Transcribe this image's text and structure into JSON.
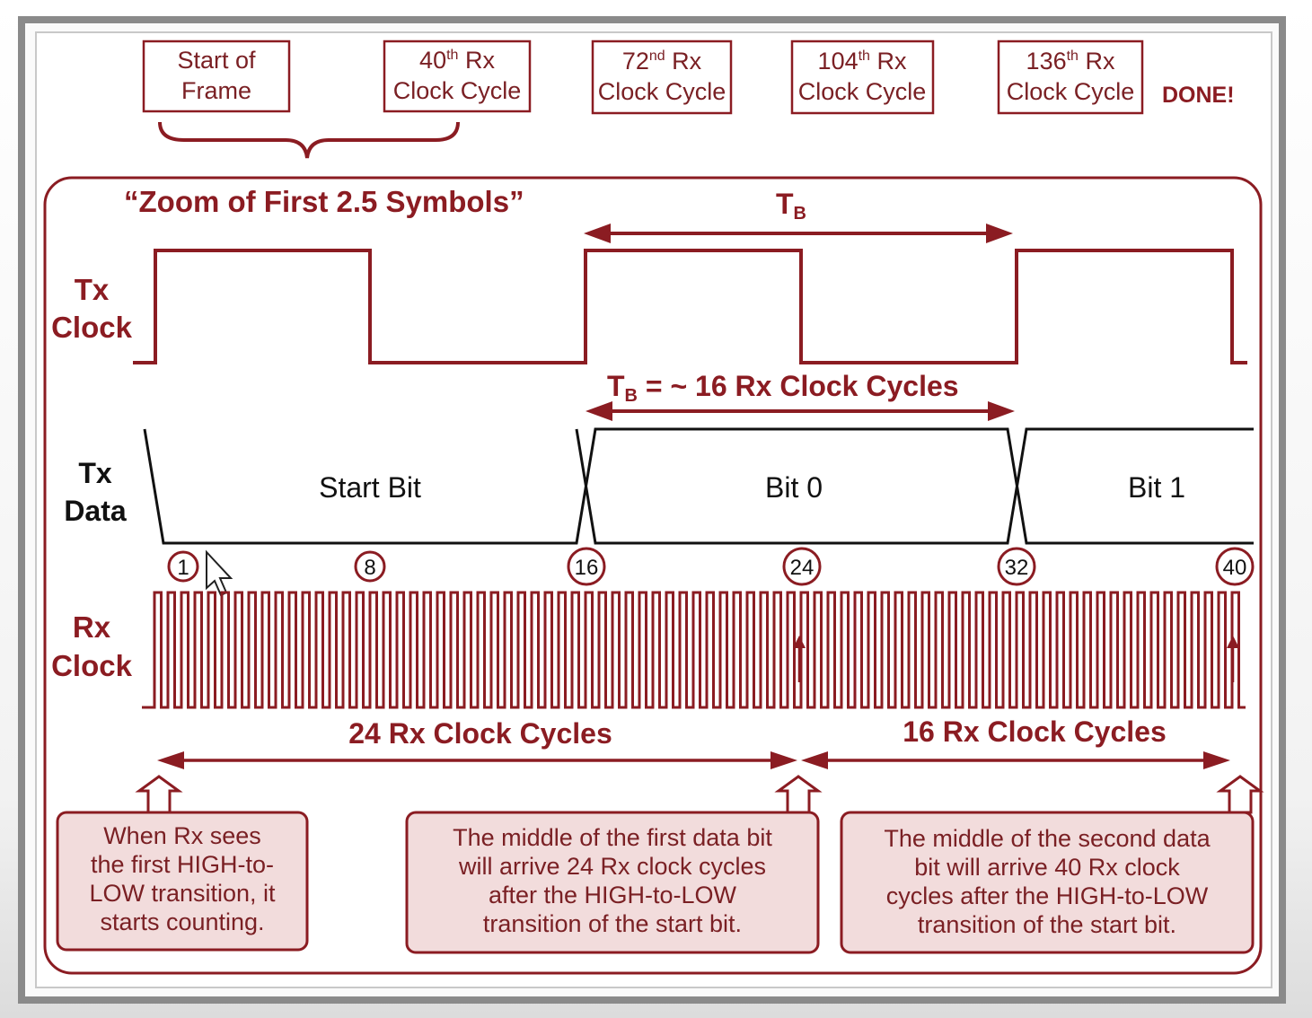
{
  "top_boxes": [
    {
      "line1": "Start of",
      "line2": "Frame"
    },
    {
      "line1": "40",
      "sup": "th",
      "line1_rest": " Rx",
      "line2": "Clock Cycle"
    },
    {
      "line1": "72",
      "sup": "nd",
      "line1_rest": " Rx",
      "line2": "Clock Cycle"
    },
    {
      "line1": "104",
      "sup": "th",
      "line1_rest": " Rx",
      "line2": "Clock Cycle"
    },
    {
      "line1": "136",
      "sup": "th",
      "line1_rest": " Rx",
      "line2": "Clock Cycle"
    }
  ],
  "done_label": "DONE!",
  "zoom_title": "“Zoom of First 2.5 Symbols”",
  "tb_label": "T",
  "tb_sub": "B",
  "tb_eq_rest": " = ~ 16 Rx Clock Cycles",
  "signals": {
    "tx_clock": [
      "Tx",
      "Clock"
    ],
    "tx_data": [
      "Tx",
      "Data"
    ],
    "rx_clock": [
      "Rx",
      "Clock"
    ]
  },
  "bits": [
    "Start Bit",
    "Bit 0",
    "Bit 1"
  ],
  "cycle_markers": [
    "1",
    "8",
    "16",
    "24",
    "32",
    "40"
  ],
  "span_labels": [
    "24 Rx Clock Cycles",
    "16 Rx Clock Cycles"
  ],
  "notes": [
    [
      "When Rx sees",
      "the first HIGH-to-",
      "LOW transition, it",
      "starts counting."
    ],
    [
      "The middle of the first data bit",
      "will arrive 24 Rx clock cycles",
      "after the HIGH-to-LOW",
      "transition of the start bit."
    ],
    [
      "The middle of the second data",
      "bit will arrive 40 Rx clock",
      "cycles after the HIGH-to-LOW",
      "transition of the start bit."
    ]
  ],
  "colors": {
    "accent": "#8b1c22",
    "note_fill": "#f2dcdc",
    "frame": "#8a8a8a"
  }
}
